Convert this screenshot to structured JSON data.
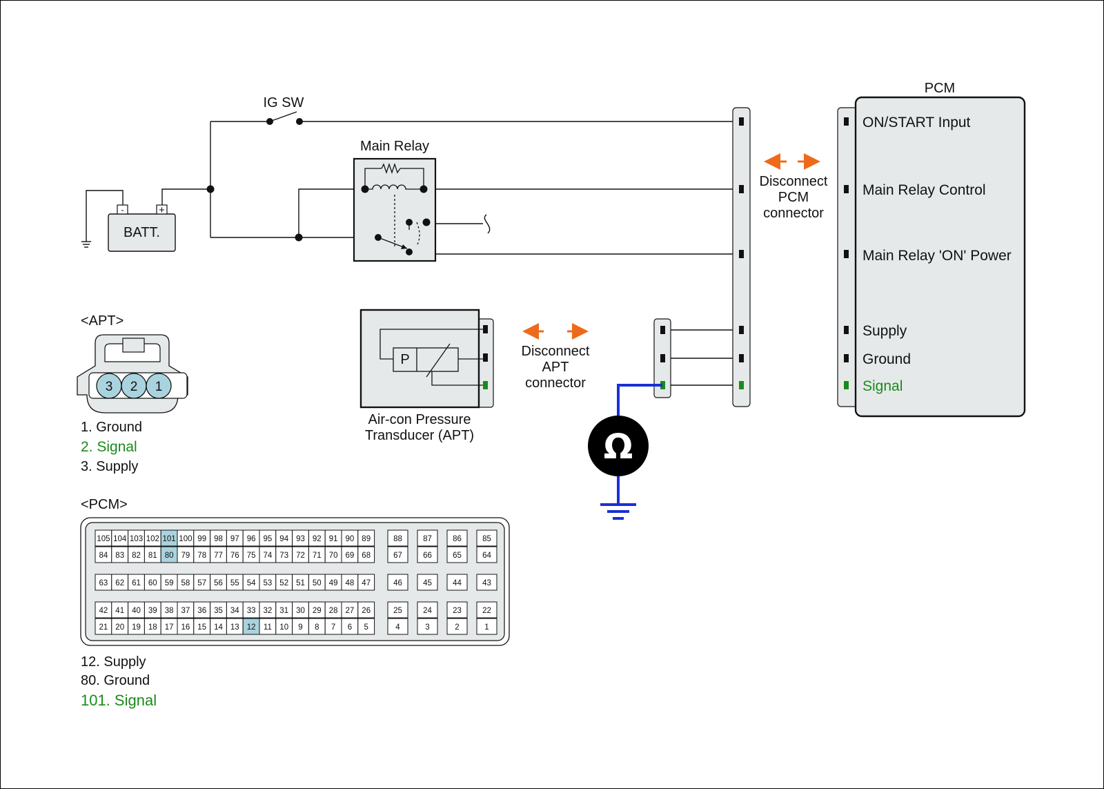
{
  "colors": {
    "line": "#111111",
    "box_fill": "#e6e9ea",
    "highlight_pin": "#a9d3de",
    "signal_green": "#1a8a1a",
    "arrow_orange": "#ee6a1b",
    "meter_lead_blue": "#1a2fd6"
  },
  "labels": {
    "ig_sw": "IG SW",
    "main_relay": "Main Relay",
    "batt": "BATT.",
    "batt_minus": "-",
    "batt_plus": "+",
    "pcm_title": "PCM",
    "disconnect_pcm": [
      "Disconnect",
      "PCM",
      "connector"
    ],
    "disconnect_apt": [
      "Disconnect",
      "APT",
      "connector"
    ],
    "apt_name": [
      "Air-con Pressure",
      "Transducer (APT)"
    ],
    "apt_p": "P",
    "ohm_symbol": "Ω"
  },
  "pcm_pins": [
    {
      "label": "ON/START Input",
      "signal": false
    },
    {
      "label": "Main Relay Control",
      "signal": false
    },
    {
      "label": "Main Relay 'ON' Power",
      "signal": false
    },
    {
      "label": "Supply",
      "signal": false
    },
    {
      "label": "Ground",
      "signal": false
    },
    {
      "label": "Signal",
      "signal": true
    }
  ],
  "apt_connector": {
    "title": "<APT>",
    "pins": [
      "3",
      "2",
      "1"
    ],
    "legend": [
      {
        "text": "1. Ground",
        "signal": false
      },
      {
        "text": "2. Signal",
        "signal": true
      },
      {
        "text": "3. Supply",
        "signal": false
      }
    ]
  },
  "pcm_connector": {
    "title": "<PCM>",
    "rows": {
      "r1_main": [
        "105",
        "104",
        "103",
        "102",
        "101",
        "100",
        "99",
        "98",
        "97",
        "96",
        "95",
        "94",
        "93",
        "92",
        "91",
        "90",
        "89"
      ],
      "r1_small": [
        "88",
        "87",
        "86",
        "85"
      ],
      "r2_main": [
        "84",
        "83",
        "82",
        "81",
        "80",
        "79",
        "78",
        "77",
        "76",
        "75",
        "74",
        "73",
        "72",
        "71",
        "70",
        "69",
        "68"
      ],
      "r2_small": [
        "67",
        "66",
        "65",
        "64"
      ],
      "r3_main": [
        "63",
        "62",
        "61",
        "60",
        "59",
        "58",
        "57",
        "56",
        "55",
        "54",
        "53",
        "52",
        "51",
        "50",
        "49",
        "48",
        "47"
      ],
      "r3_small": [
        "46",
        "45",
        "44",
        "43"
      ],
      "r4_main": [
        "42",
        "41",
        "40",
        "39",
        "38",
        "37",
        "36",
        "35",
        "34",
        "33",
        "32",
        "31",
        "30",
        "29",
        "28",
        "27",
        "26"
      ],
      "r4_small": [
        "25",
        "24",
        "23",
        "22"
      ],
      "r5_main": [
        "21",
        "20",
        "19",
        "18",
        "17",
        "16",
        "15",
        "14",
        "13",
        "12",
        "11",
        "10",
        "9",
        "8",
        "7",
        "6",
        "5"
      ],
      "r5_small": [
        "4",
        "3",
        "2",
        "1"
      ]
    },
    "highlighted": [
      "101",
      "80",
      "12"
    ],
    "legend": [
      {
        "text": "12. Supply",
        "signal": false
      },
      {
        "text": "80. Ground",
        "signal": false
      },
      {
        "text": "101. Signal",
        "signal": true
      }
    ]
  }
}
